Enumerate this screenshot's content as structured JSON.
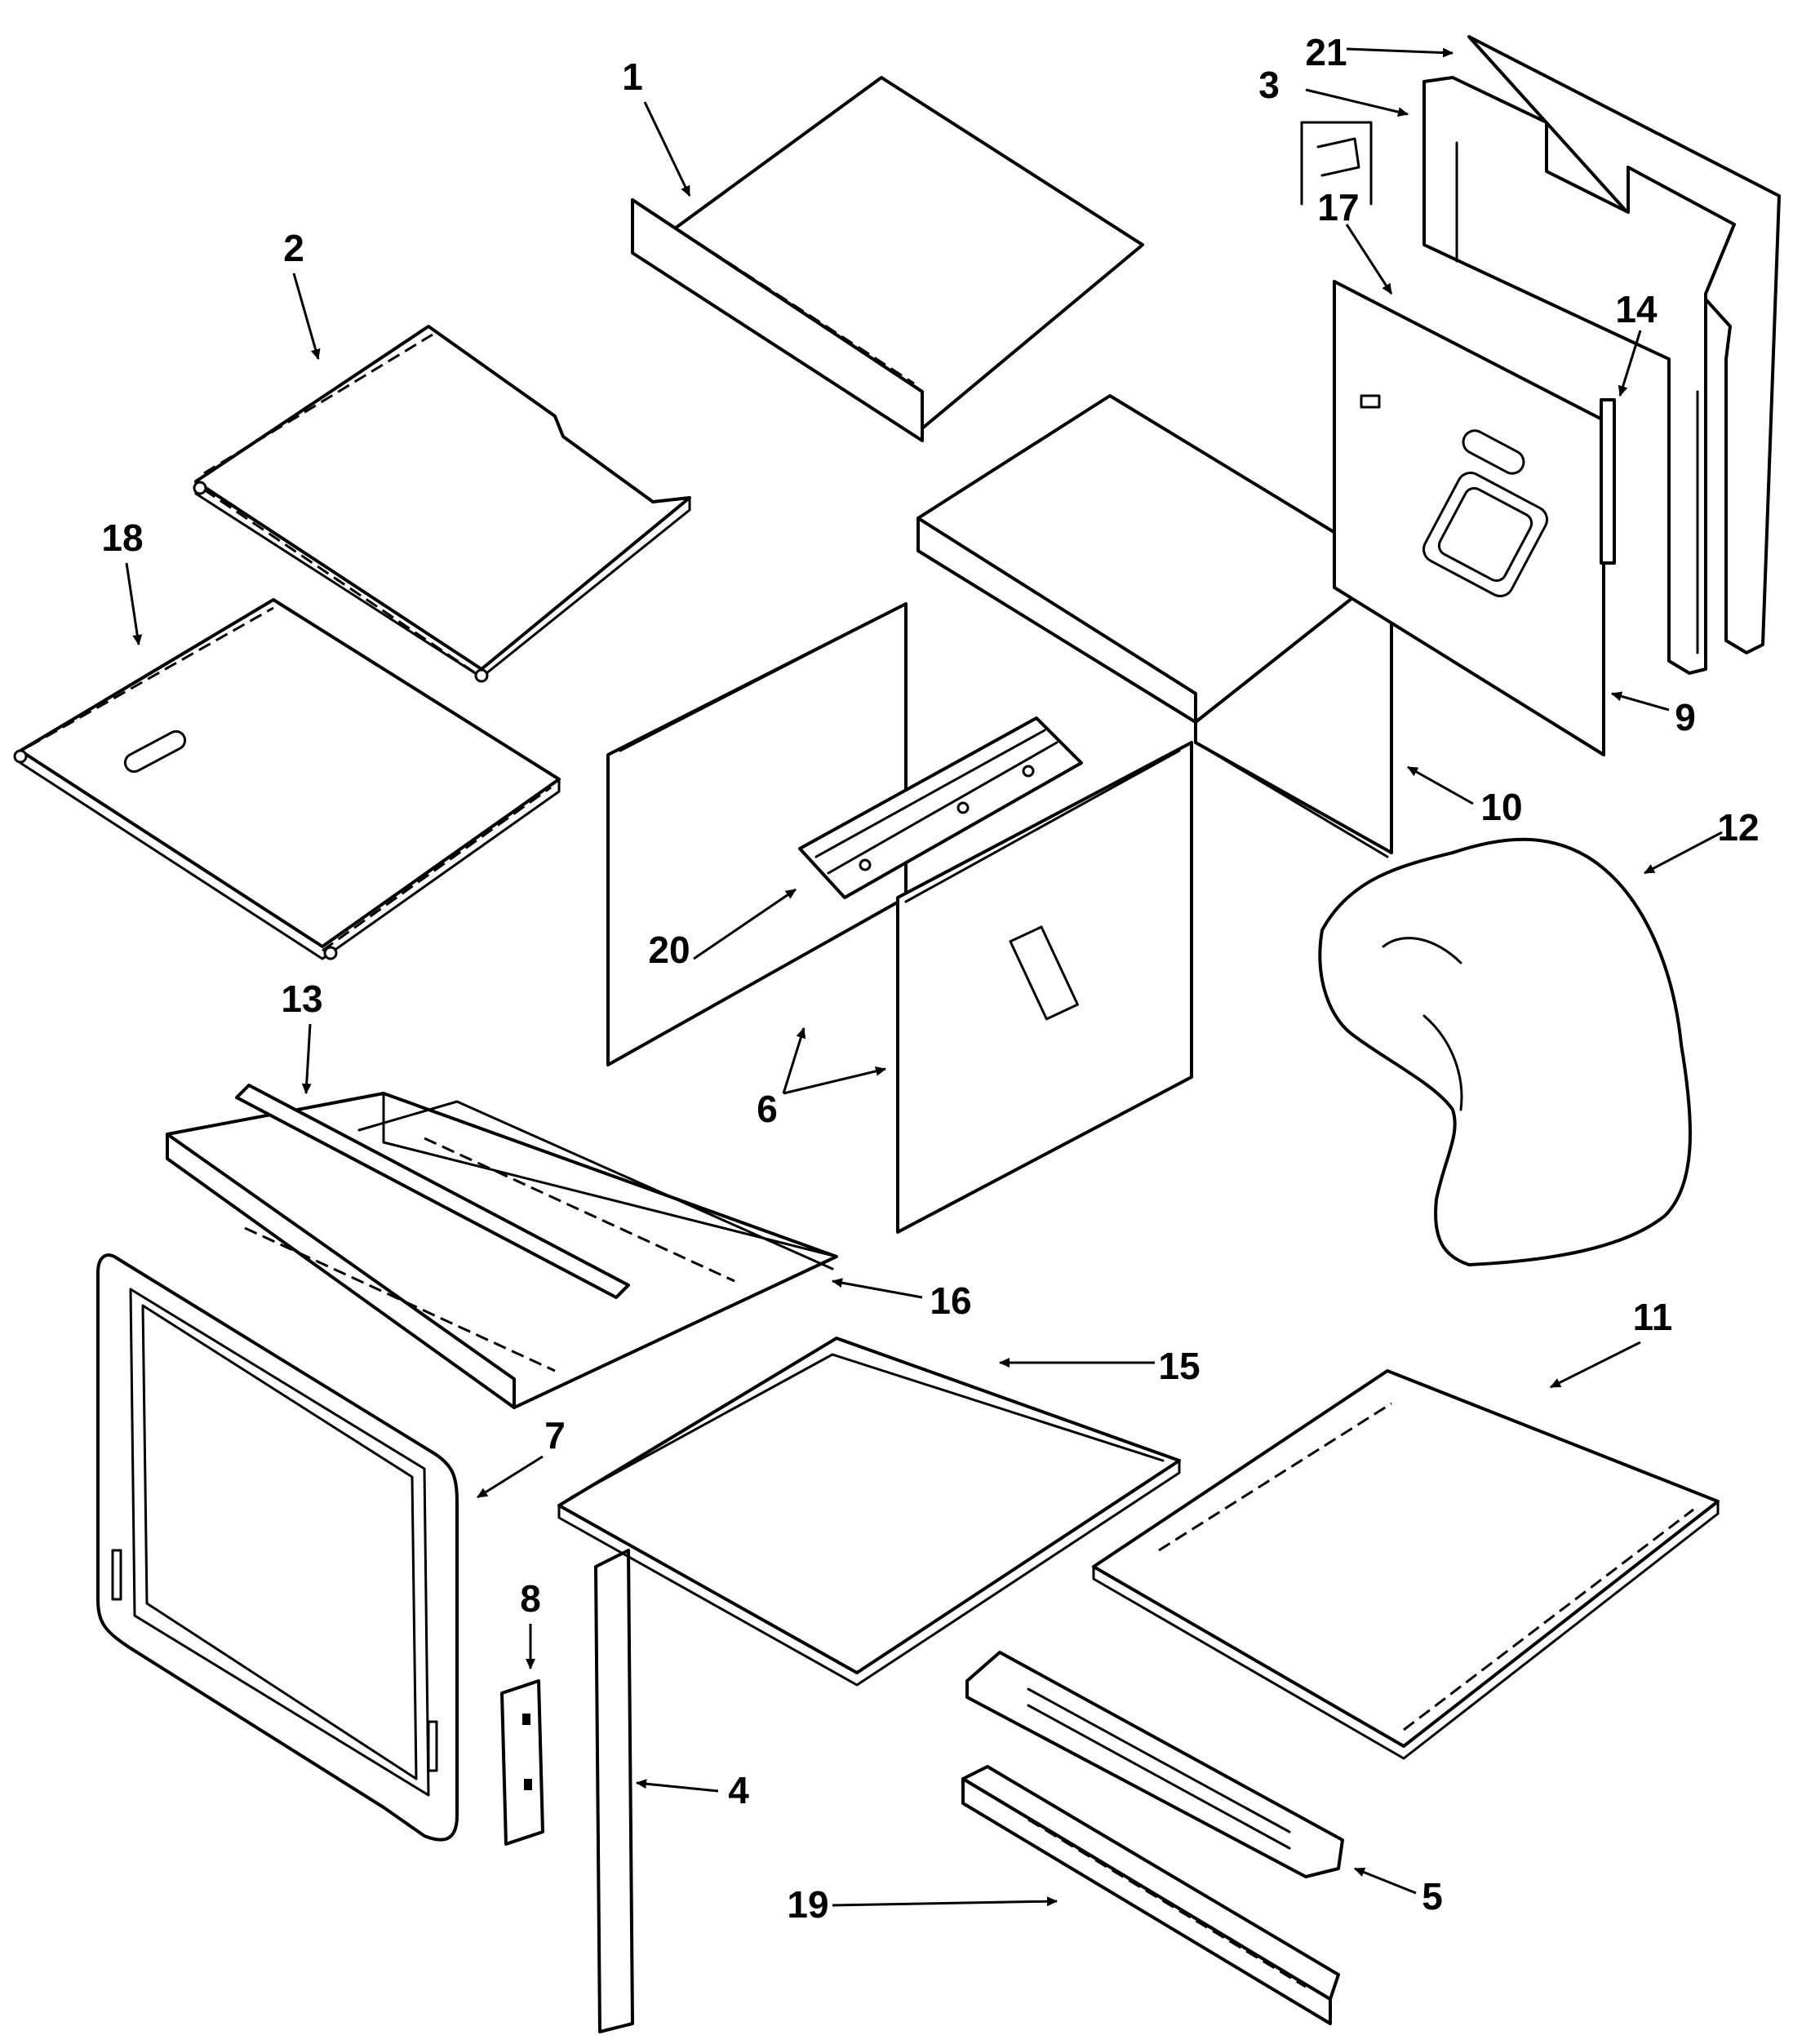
{
  "diagram": {
    "colors": {
      "line": "#000000",
      "background": "#ffffff"
    },
    "callouts": [
      "1",
      "2",
      "3",
      "4",
      "5",
      "6",
      "7",
      "8",
      "9",
      "10",
      "11",
      "12",
      "13",
      "14",
      "15",
      "16",
      "17",
      "18",
      "19",
      "20",
      "21"
    ]
  }
}
